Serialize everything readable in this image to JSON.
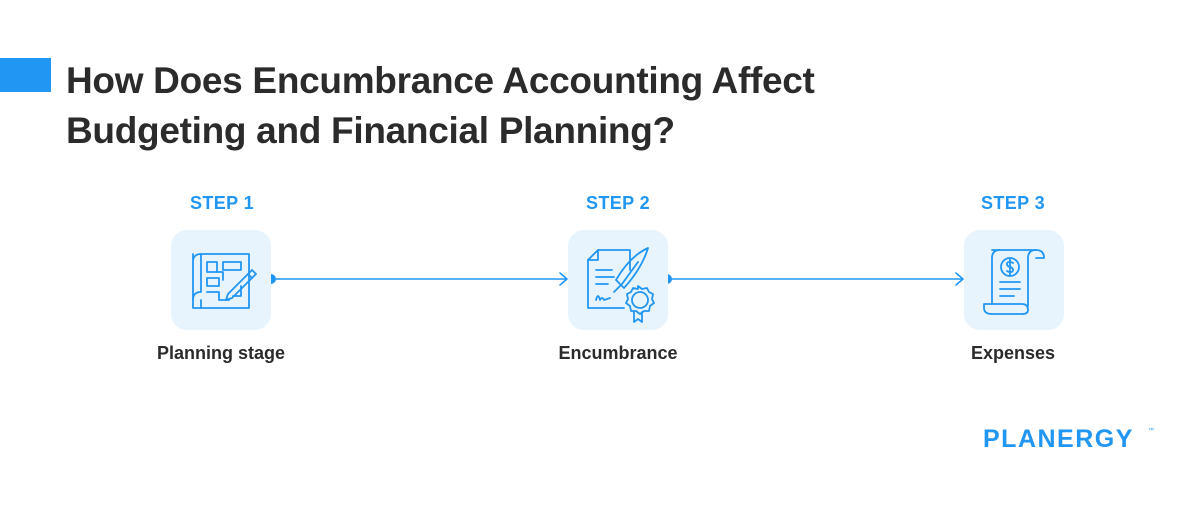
{
  "header": {
    "title_line1": "How Does Encumbrance Accounting Affect",
    "title_line2": "Budgeting and Financial Planning?"
  },
  "steps": [
    {
      "label": "STEP 1",
      "caption": "Planning stage",
      "icon": "blueprint-icon"
    },
    {
      "label": "STEP 2",
      "caption": "Encumbrance",
      "icon": "contract-seal-icon"
    },
    {
      "label": "STEP 3",
      "caption": "Expenses",
      "icon": "receipt-dollar-icon"
    }
  ],
  "brand": {
    "logo_text": "PLANERGY",
    "trademark": "™"
  },
  "colors": {
    "accent": "#2196f3",
    "text": "#2b2b2b",
    "icon_bg": "#e8f4fd"
  }
}
